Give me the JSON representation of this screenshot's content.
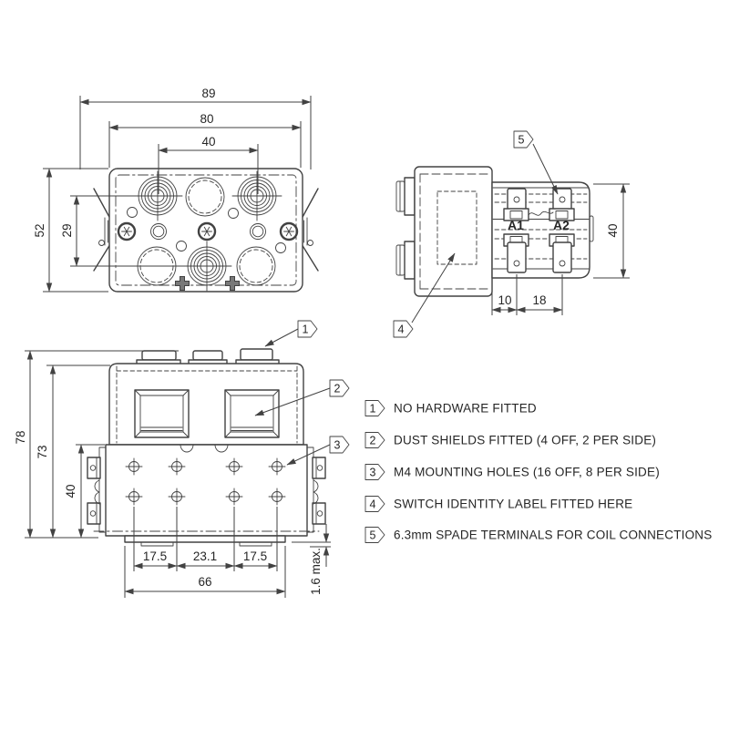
{
  "colors": {
    "line": "#424242",
    "text": "#262626",
    "background": "#ffffff"
  },
  "top_view": {
    "dim_overall_width": "89",
    "dim_body_width": "80",
    "dim_stud_spacing": "40",
    "dim_overall_height": "52",
    "dim_stud_row_spacing": "29"
  },
  "side_view": {
    "terminal_a1": "A1",
    "terminal_a2": "A2",
    "dim_height": "40",
    "dim_terminal_offset": "10",
    "dim_terminal_spacing": "18",
    "callout_identity_label": "4",
    "callout_spade_terminals": "5"
  },
  "front_view": {
    "dim_overall_height": "78",
    "dim_body_height": "73",
    "dim_flange_height": "40",
    "dim_hole_pitch_left": "17.5",
    "dim_hole_pitch_center": "23.1",
    "dim_hole_pitch_right": "17.5",
    "dim_base_width": "66",
    "dim_base_thickness": "1.6 max.",
    "callout_no_hardware": "1",
    "callout_dust_shield": "2",
    "callout_mounting_hole": "3"
  },
  "legend": {
    "items": [
      {
        "ref": "1",
        "text": "NO HARDWARE FITTED"
      },
      {
        "ref": "2",
        "text": "DUST SHIELDS FITTED (4 OFF, 2 PER SIDE)"
      },
      {
        "ref": "3",
        "text": "M4 MOUNTING HOLES (16 OFF, 8 PER SIDE)"
      },
      {
        "ref": "4",
        "text": "SWITCH IDENTITY LABEL FITTED HERE"
      },
      {
        "ref": "5",
        "text": "6.3mm SPADE TERMINALS FOR COIL CONNECTIONS"
      }
    ]
  }
}
